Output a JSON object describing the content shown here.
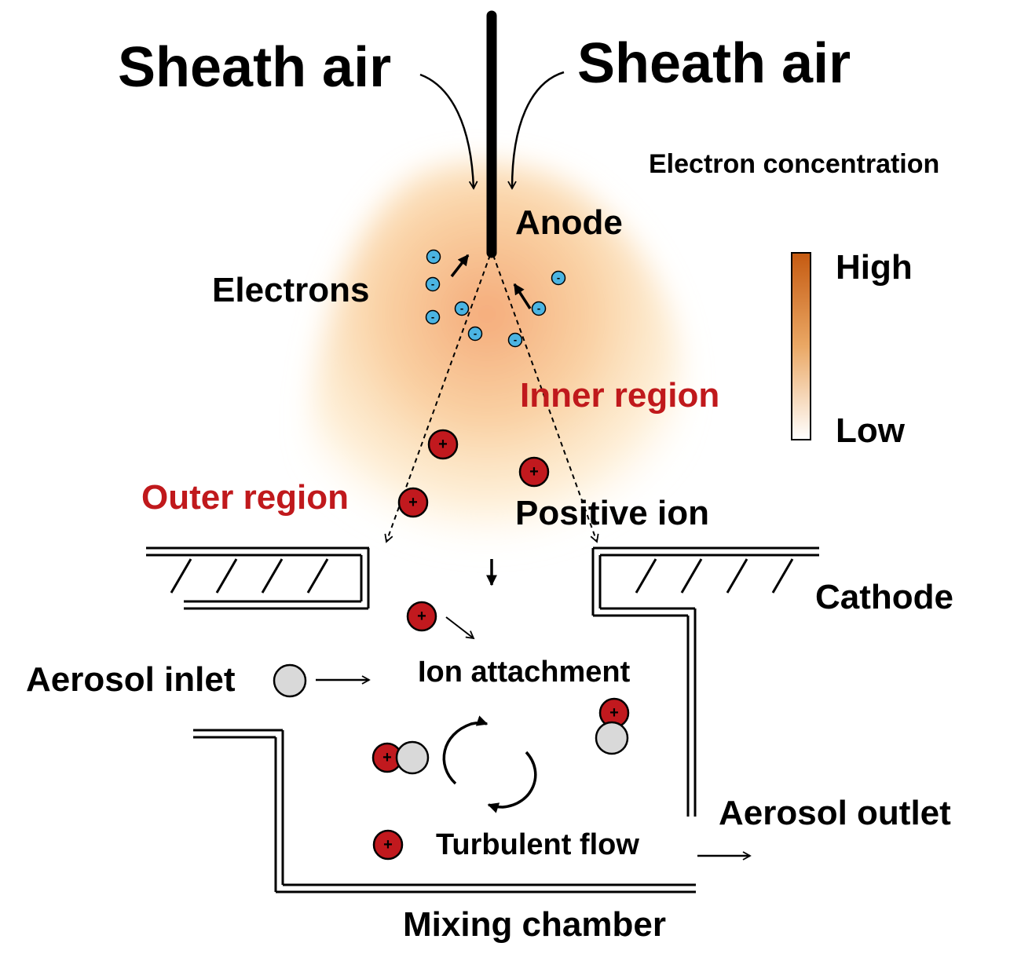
{
  "labels": {
    "sheath_air_left": "Sheath air",
    "sheath_air_right": "Sheath air",
    "electron_concentration": "Electron concentration",
    "anode": "Anode",
    "electrons": "Electrons",
    "high": "High",
    "low": "Low",
    "inner_region": "Inner region",
    "outer_region": "Outer region",
    "positive_ion": "Positive ion",
    "cathode": "Cathode",
    "aerosol_inlet": "Aerosol inlet",
    "ion_attachment": "Ion attachment",
    "aerosol_outlet": "Aerosol outlet",
    "turbulent_flow": "Turbulent flow",
    "mixing_chamber": "Mixing chamber"
  },
  "symbols": {
    "electron": "-",
    "ion": "+"
  },
  "colors": {
    "region_label": "#c0191c",
    "ion_fill": "#c1191e",
    "electron_fill": "#4bb4e2",
    "particle_fill": "#d9d9d9",
    "scale_high": "#c55a11",
    "scale_low": "#ffffff",
    "plasma_core": "#f4a571"
  }
}
